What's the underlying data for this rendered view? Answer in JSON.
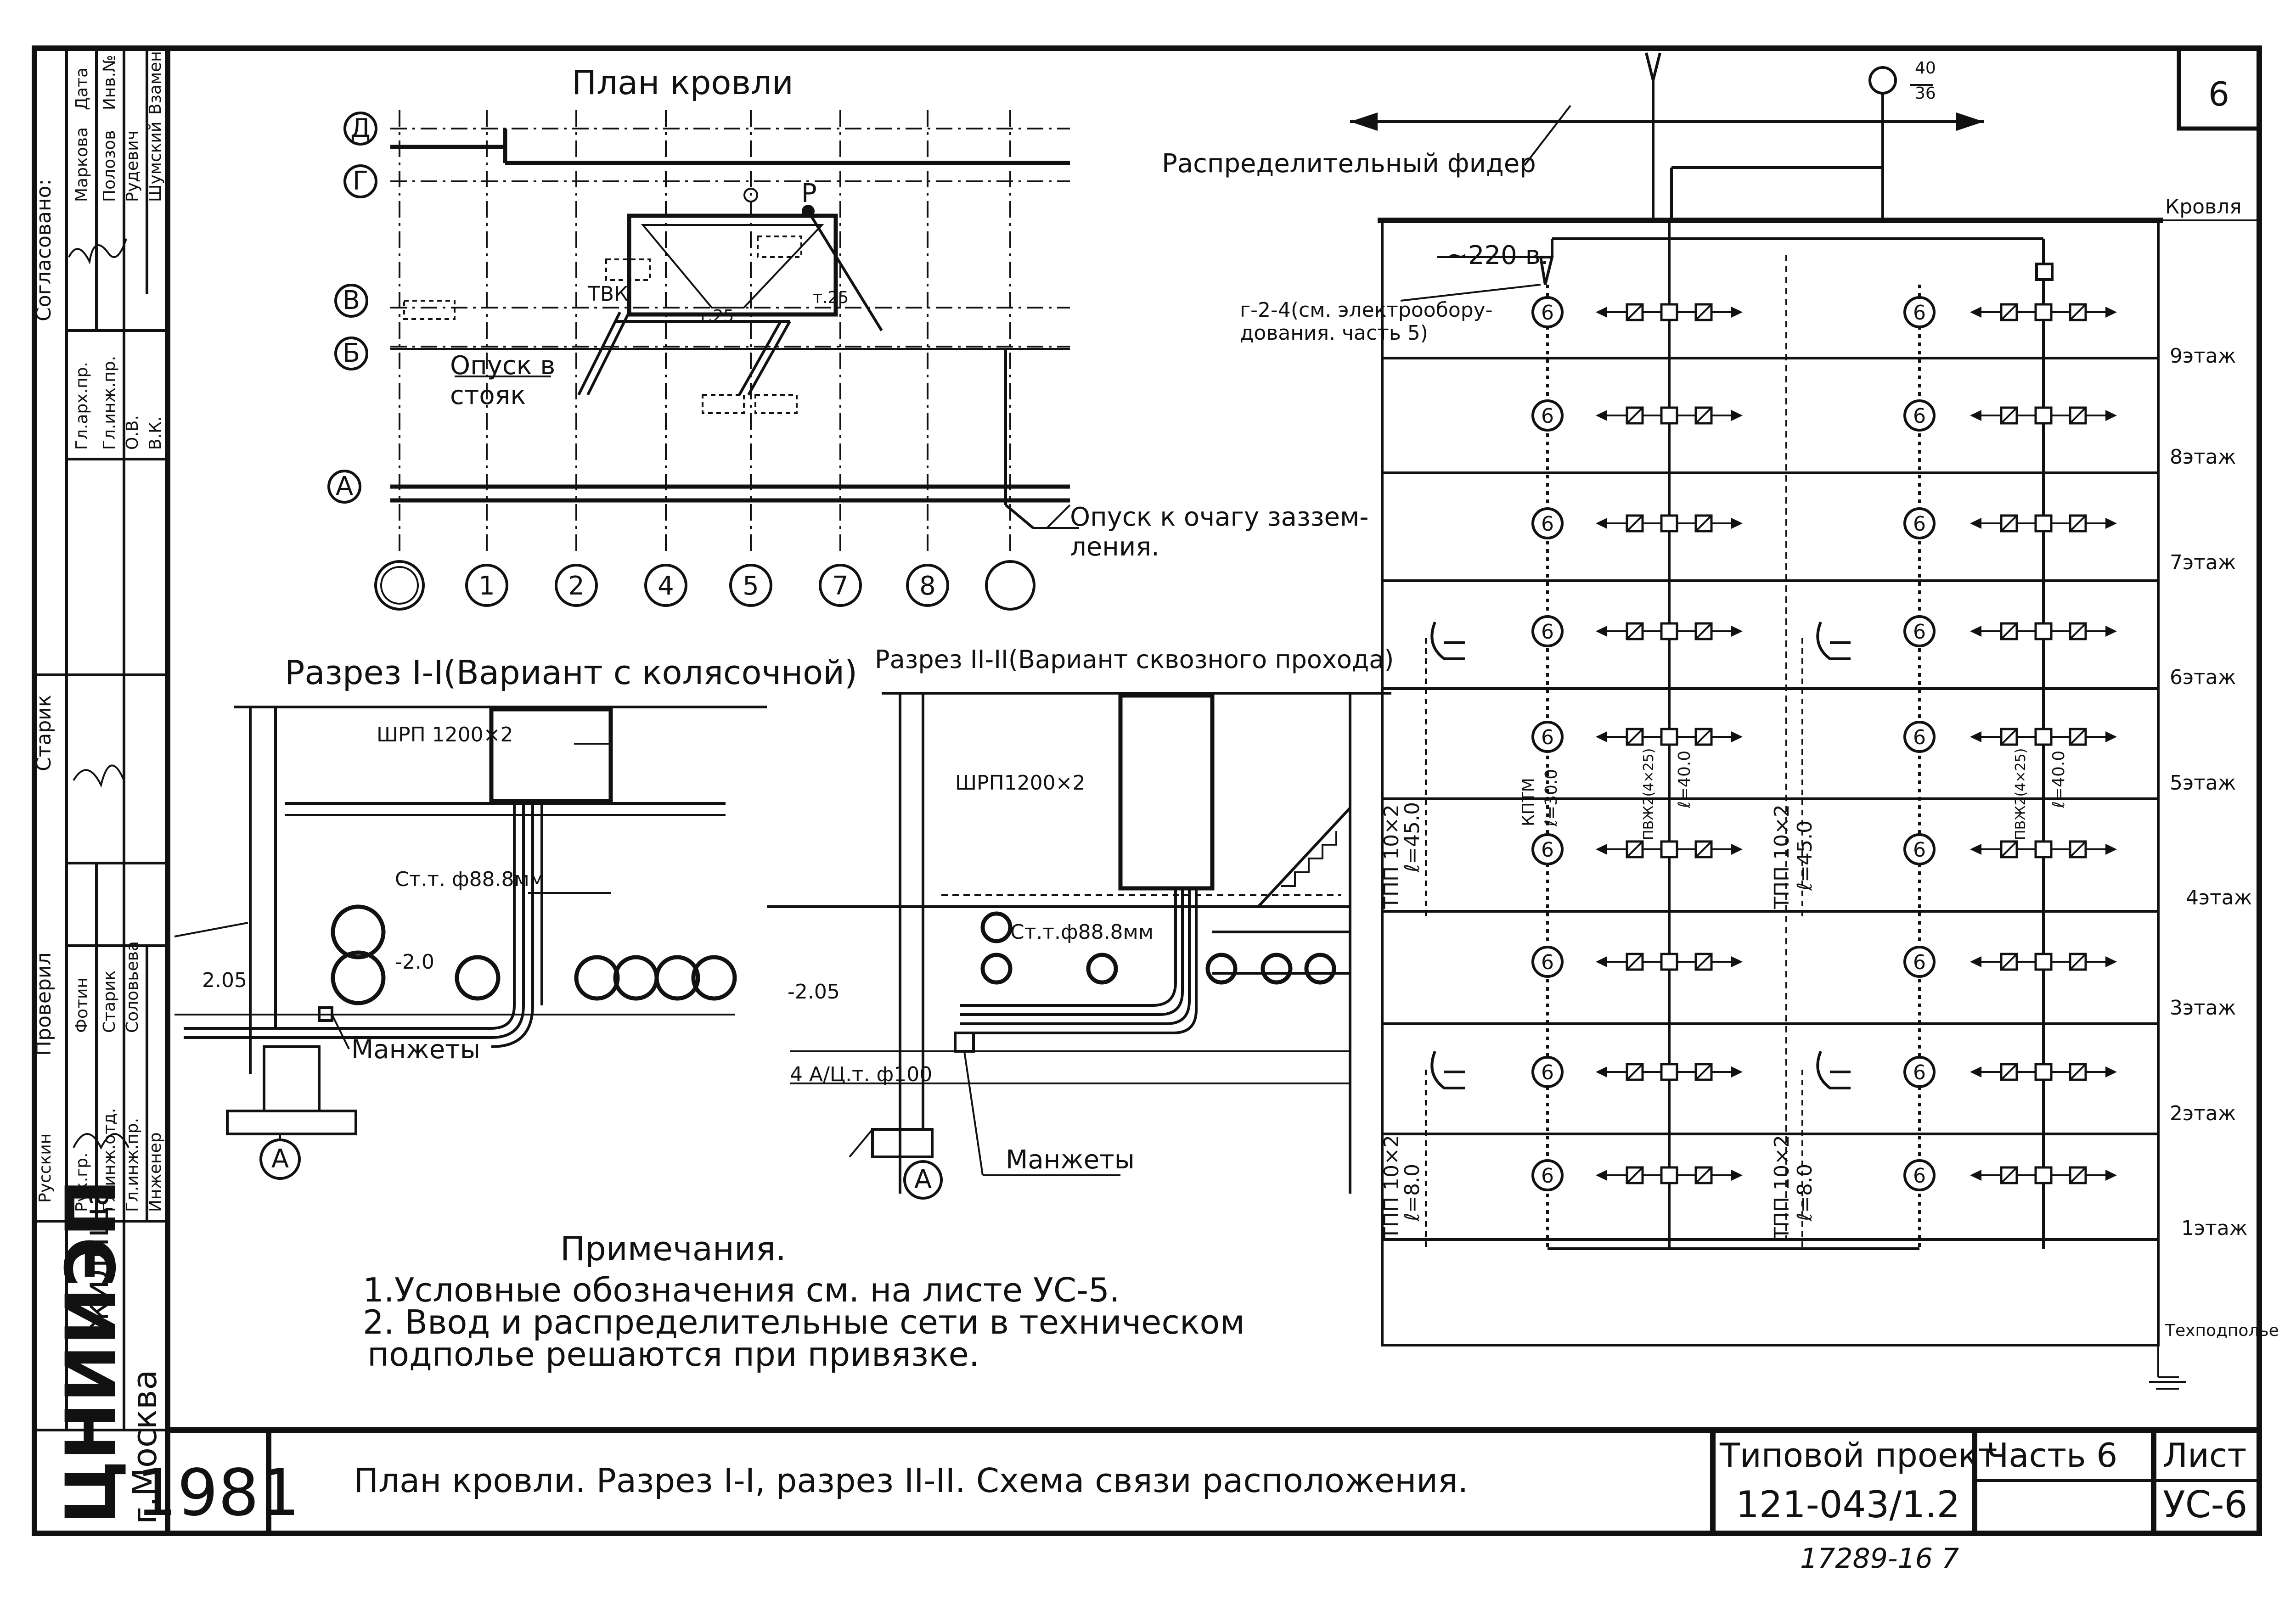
{
  "sheet": {
    "number": "6",
    "roof_plan_title": "План кровли",
    "section1_title": "Разрез I-I(Вариант с колясочной)",
    "section2_title": "Разрез II-II(Вариант сквозного прохода)",
    "feeder_label": "Распределительный фидер",
    "roof_label": "Кровля",
    "techfloor_label": "Техподполье",
    "voltage_label": "~220 в.",
    "device_ref": "г-2-4(см. электрообору-",
    "device_ref2": "дования. часть 5)",
    "transformer_label_top": "40",
    "transformer_label_bottom": "36",
    "floor_circle": "6"
  },
  "axes": {
    "rows": [
      "Д",
      "Г",
      "В",
      "Б",
      "А"
    ],
    "columns": [
      "",
      "1",
      "2",
      "4",
      "5",
      "7",
      "8",
      ""
    ]
  },
  "plan_labels": {
    "opusk_v": "Опуск в",
    "stoyak": "стояк",
    "opusk_k": "Опуск к очагу заззем-",
    "leniya": "ления.",
    "tvk": "ТВК",
    "p": "Р",
    "t25a": "т.25",
    "t25b": "т.25"
  },
  "section1": {
    "shrp": "ШРП 1200×2",
    "pipe": "Ст.т. ф88.8мм",
    "elev1": "2.05",
    "elev2": "-2.0",
    "manzhety": "Манжеты",
    "axis": "А"
  },
  "section2": {
    "shrp": "ШРП1200×2",
    "pipe": "Ст.т.ф88.8мм",
    "elev": "-2.05",
    "pipe2": "4 А/Ц.т. ф100",
    "manzhety": "Манжеты",
    "axis": "А"
  },
  "floors": [
    "9этаж",
    "8этаж",
    "7этаж",
    "6этаж",
    "5этаж",
    "4этаж",
    "3этаж",
    "2этаж",
    "1этаж"
  ],
  "cables": {
    "tpp_top_left": "ТПП 10×2",
    "tpp_top_left_len": "ℓ=45.0",
    "kptm": "КПТМ",
    "kptm_len": "ℓ=30.0",
    "pvzh_left": "ПВЖ2(4×25)",
    "pvzh_left_len": "ℓ=40.0",
    "tpp_top_right": "ТПП 10×2",
    "tpp_top_right_len": "ℓ=45.0",
    "pvzh_right": "ПВЖ2(4×25)",
    "pvzh_right_len": "ℓ=40.0",
    "tpp_bot_left": "ТПП 10×2",
    "tpp_bot_left_len": "ℓ=8.0",
    "tpp_bot_right": "ТПП 10×2",
    "tpp_bot_right_len": "ℓ=8.0"
  },
  "notes": {
    "title": "Примечания.",
    "n1": "1.Условные обозначения см. на листе УС-5.",
    "n2": "2. Ввод и распределительные сети в техническом",
    "n3": "подполье решаются при привязке."
  },
  "stamp": {
    "org1": "ЦНИИЭП",
    "org2": "жилища",
    "city": "г.Москва",
    "year": "1981",
    "title": "План кровли. Разрез I-I, разрез II-II. Схема связи расположения.",
    "project_label": "Типовой проект",
    "project_number": "121-043/1.2",
    "part_label": "Часть 6",
    "sheet_label": "Лист",
    "sheet_code": "УС-6",
    "archive_number": "17289-16 7"
  },
  "side_table": {
    "agreed": "Согласовано:",
    "rows": [
      {
        "role": "Гл.арх.пр.",
        "name": "Маркова"
      },
      {
        "role": "Гл.инж.пр.",
        "name": "Полозов"
      },
      {
        "role": "О.В.",
        "name": "Рудевич"
      },
      {
        "role": "В.К.",
        "name": "Шумский"
      }
    ],
    "inv_label": "Инв.№",
    "vzamen_label": "Взамен",
    "data_label": "Дата",
    "checkers": [
      {
        "role": "Рук.гр.",
        "name": "Фотин"
      },
      {
        "role": "Гл.инж.отд.",
        "name": "Старик"
      },
      {
        "role": "Гл.инж.пр.",
        "name": "Соловьева"
      },
      {
        "role": "Инженер",
        "name": ""
      }
    ],
    "proveril": "Проверил",
    "rukov": "Русскин",
    "starik": "Старик"
  }
}
